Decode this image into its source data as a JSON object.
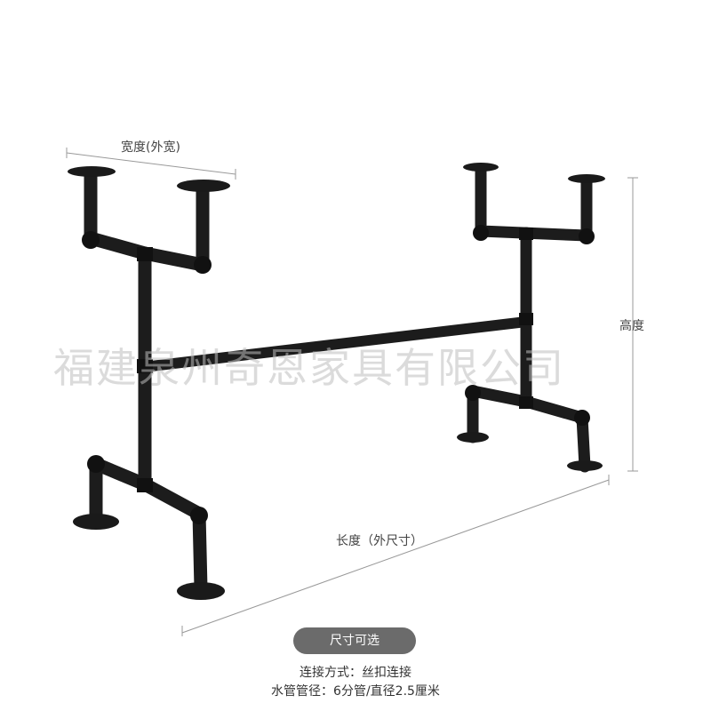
{
  "dimensions": {
    "width_label": "宽度(外宽)",
    "height_label": "高度",
    "length_label": "长度（外尺寸）"
  },
  "watermark": "福建泉州奇恩家具有限公司",
  "badge": {
    "label": "尺寸可选"
  },
  "specs": {
    "connection": "连接方式：丝扣连接",
    "pipe_diameter": "水管管径：6分管/直径2.5厘米"
  },
  "colors": {
    "pipe": "#1c1c1c",
    "badge": "#6b6b6b",
    "dimension_line": "#999999"
  }
}
